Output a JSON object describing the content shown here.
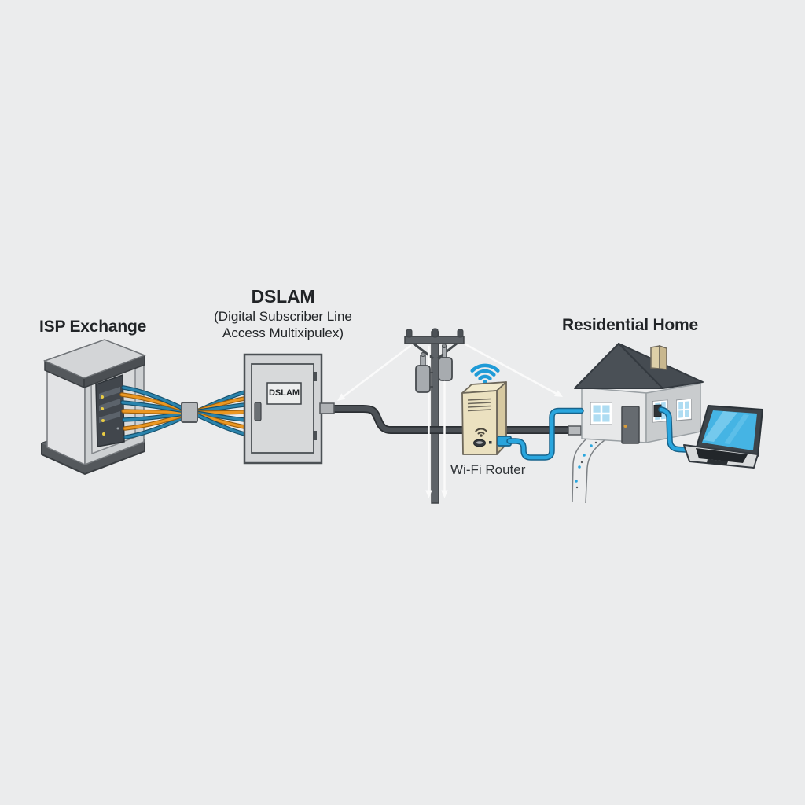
{
  "scene": {
    "background": "#ebeced"
  },
  "nodes": {
    "isp_exchange": {
      "label": "ISP Exchange"
    },
    "dslam": {
      "label": "DSLAM",
      "sublabel_line1": "(Digital Subscriber Line",
      "sublabel_line2": "Access Multixipulex)",
      "cabinet_plate": "DSLAM"
    },
    "wifi_router": {
      "label": "Wi-Fi Router"
    },
    "residential_home": {
      "label": "Residential Home"
    }
  },
  "icons": {
    "wifi_signal_icon": {
      "shape": "dot with three arcs",
      "color": "#1f9bd7"
    },
    "router_wifi_glyph": {
      "shape": "dot with two arcs",
      "color": "#4a463c"
    },
    "flow_arrows": {
      "shape": "white directional arrows",
      "color": "#fafafa"
    }
  },
  "colors": {
    "background": "#ebeced",
    "copper_cable_orange": "#eb9722",
    "copper_cable_teal": "#2b84ad",
    "ethernet_cable_blue": "#2aa6de",
    "phone_line_dark": "#4c5156",
    "router_body_beige": "#ebe1c0",
    "house_roof_slate": "#4a5056",
    "laptop_screen_blue": "#45b4e4",
    "label_text": "#212427"
  }
}
